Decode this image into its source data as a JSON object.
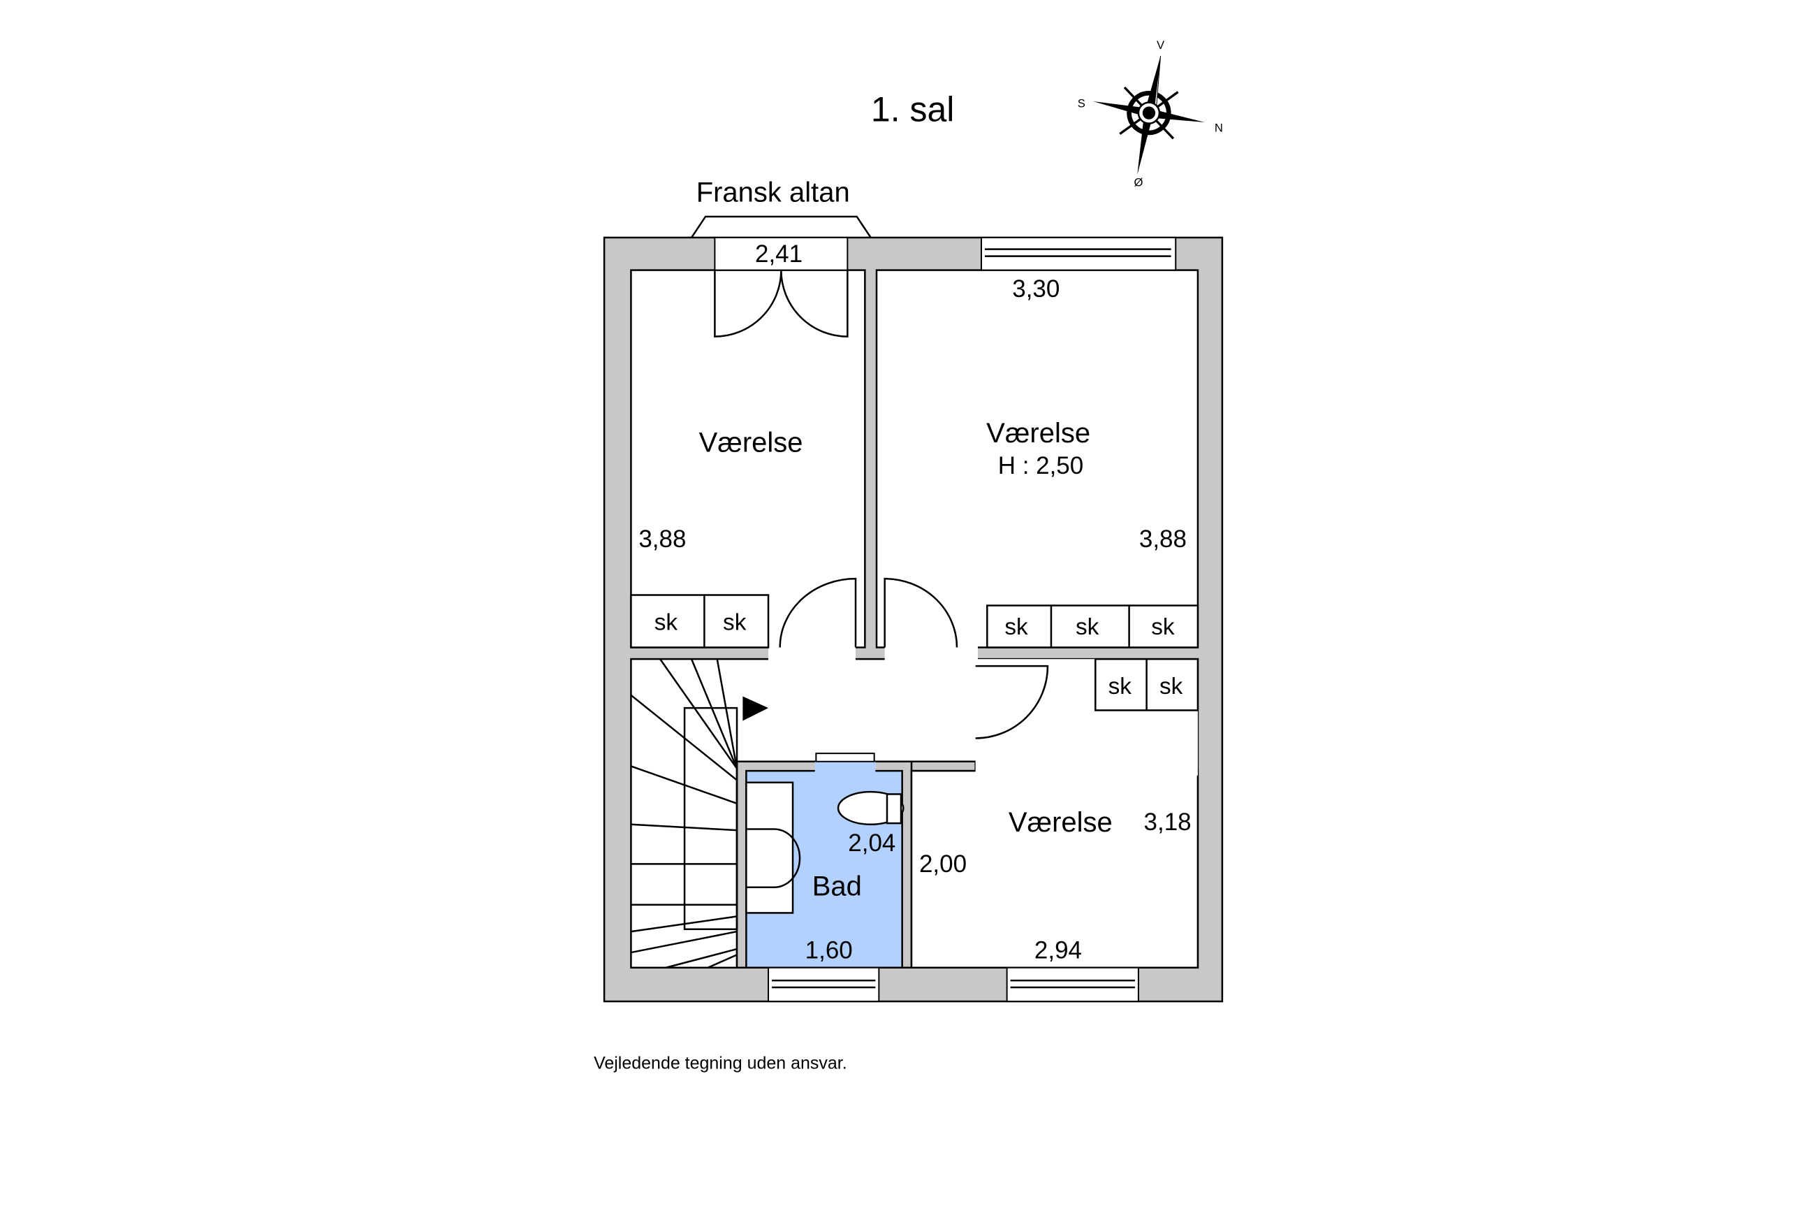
{
  "title": "1. sal",
  "balcony_label": "Fransk altan",
  "compass": {
    "top": "V",
    "left": "S",
    "right": "N",
    "bottom": "Ø"
  },
  "rooms": [
    {
      "name": "Værelse",
      "width": "2,41",
      "depth": "3,88"
    },
    {
      "name": "Værelse",
      "height_label": "H : 2,50",
      "width": "3,30",
      "depth": "3,88"
    },
    {
      "name": "Værelse",
      "width": "2,94",
      "depth": "3,18"
    },
    {
      "name": "Bad",
      "width": "1,60",
      "depth": "2,04",
      "color": "#b3d1ff"
    }
  ],
  "hall_dimension": "2,00",
  "closet_label": "sk",
  "wall_color": "#c8c8c8",
  "disclaimer": "Vejledende tegning uden ansvar."
}
